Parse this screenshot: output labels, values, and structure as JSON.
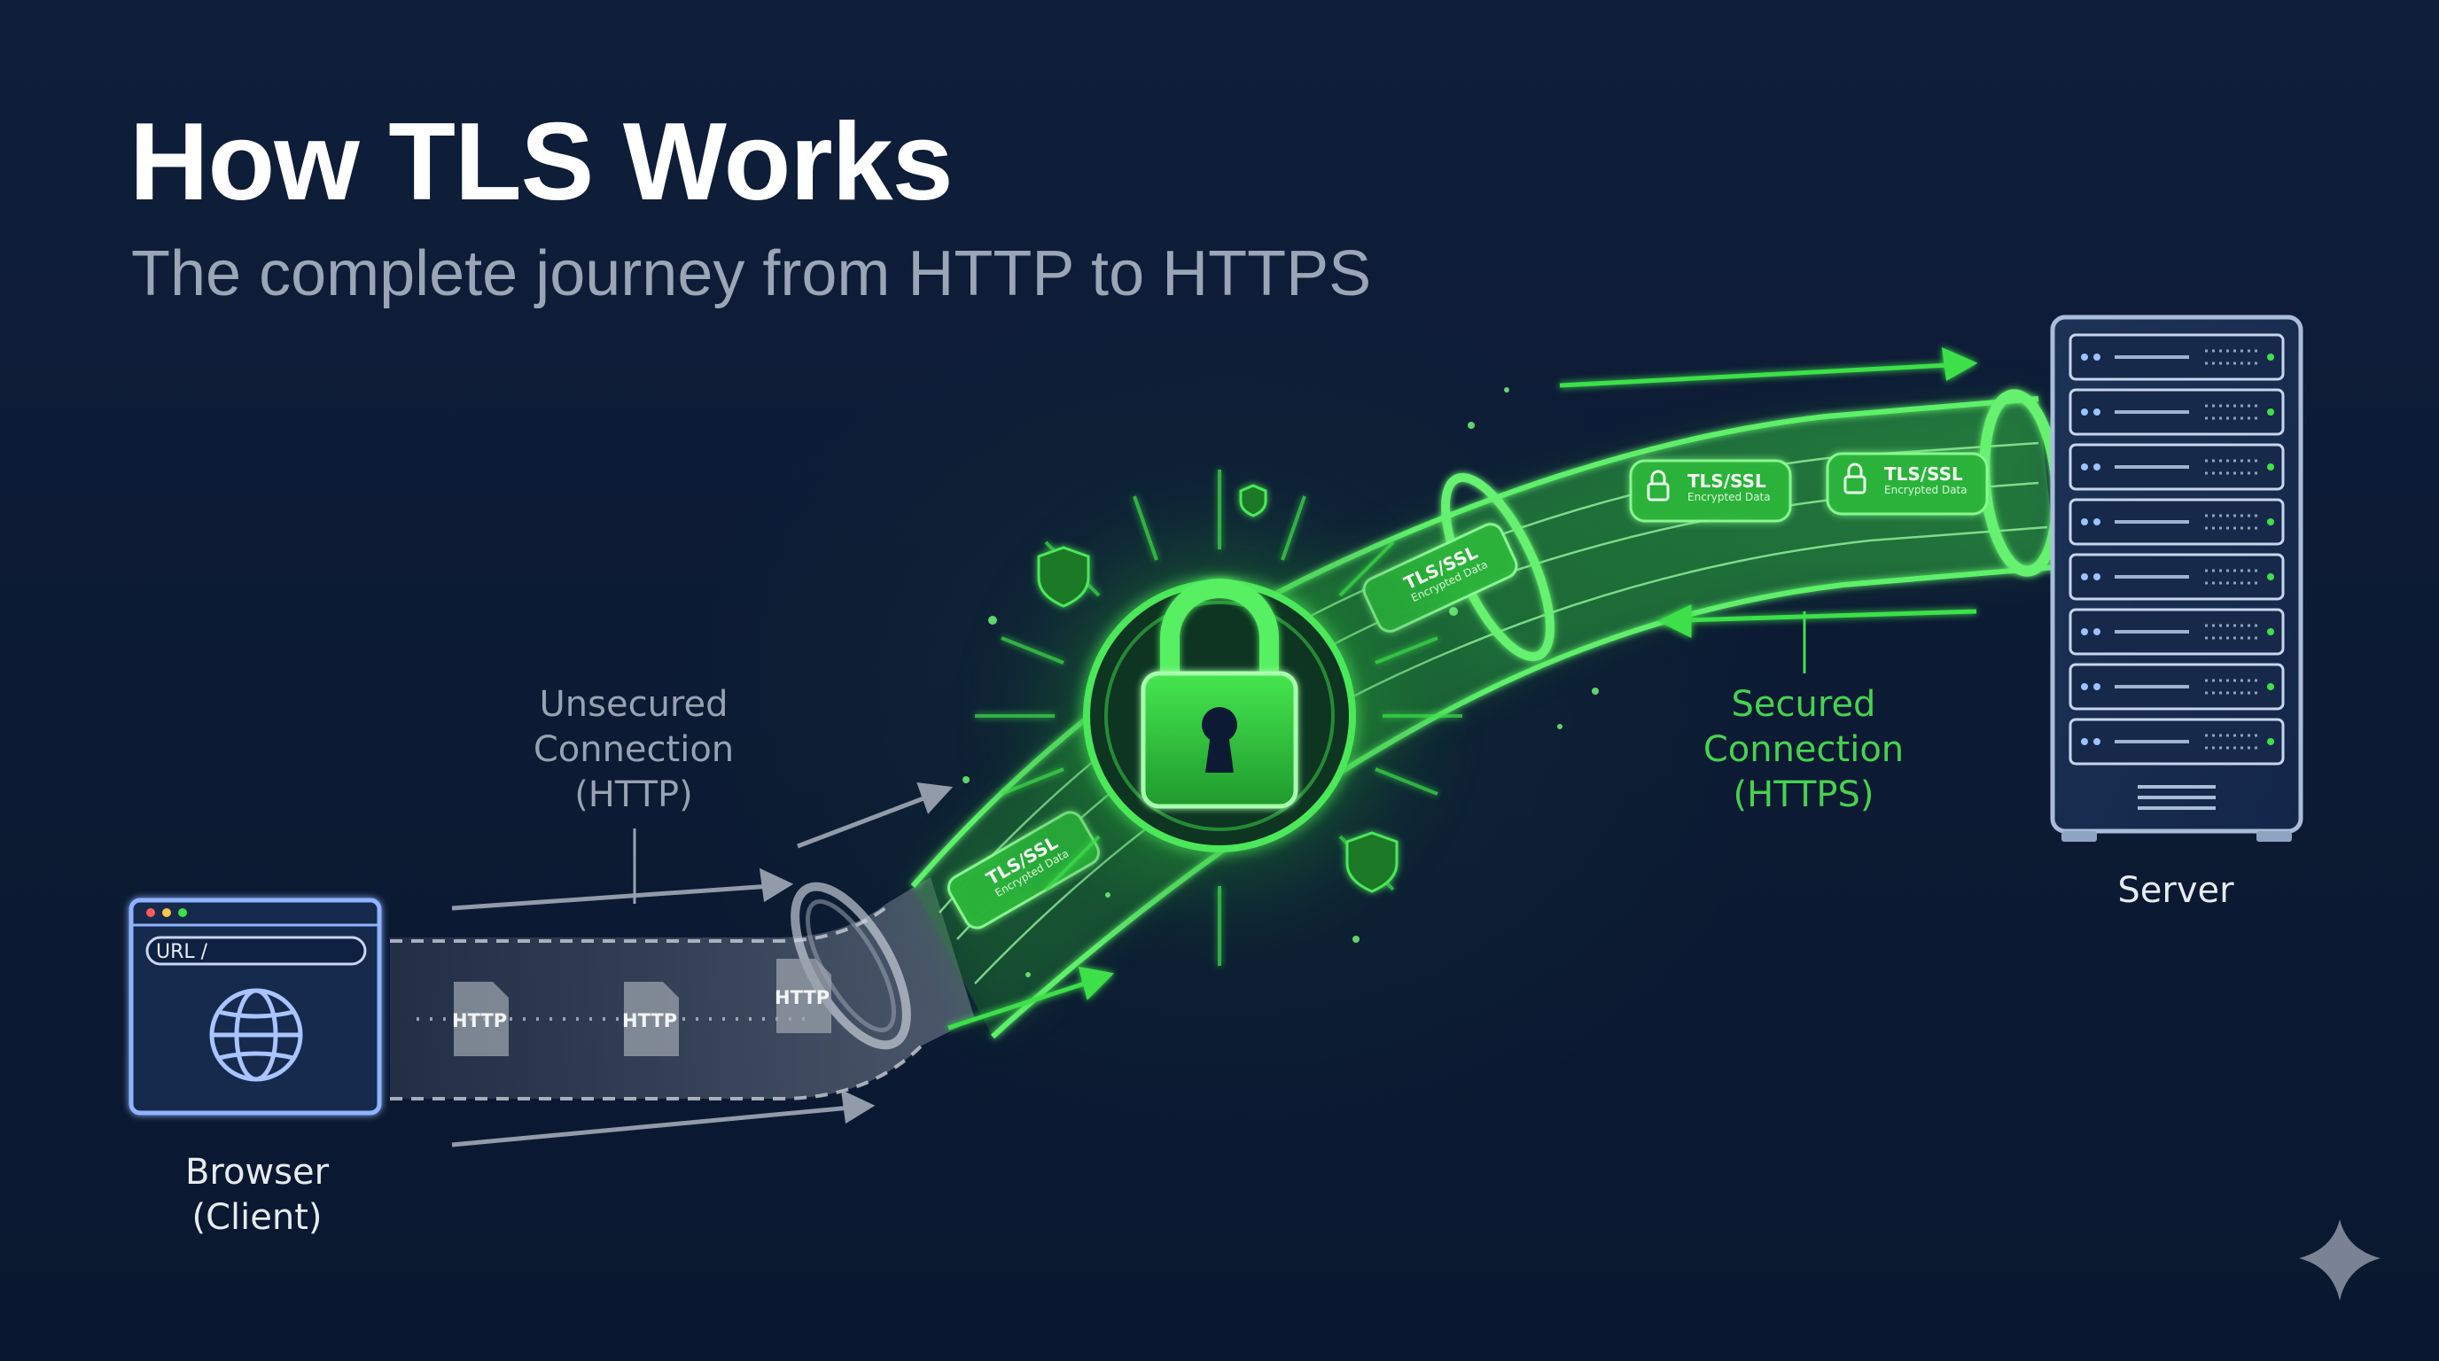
{
  "title": "How TLS Works",
  "subtitle": "The complete journey from HTTP to HTTPS",
  "browser": {
    "url_text": "URL /",
    "label_line1": "Browser",
    "label_line2": "(Client)"
  },
  "unsecured": {
    "line1": "Unsecured",
    "line2": "Connection",
    "line3": "(HTTP)",
    "packet_label": "HTTP"
  },
  "secured": {
    "line1": "Secured",
    "line2": "Connection",
    "line3": "(HTTPS)",
    "badge_title": "TLS/SSL",
    "badge_caption": "Encrypted Data"
  },
  "server": {
    "label": "Server"
  },
  "colors": {
    "background": "#0c1a33",
    "accent_green": "#3ee04a",
    "unsecured_gray": "#97a2b2",
    "text_white": "#ffffff"
  },
  "icons": [
    "browser-window-icon",
    "globe-icon",
    "padlock-icon",
    "shield-icon",
    "server-rack-icon",
    "sparkle-icon"
  ]
}
